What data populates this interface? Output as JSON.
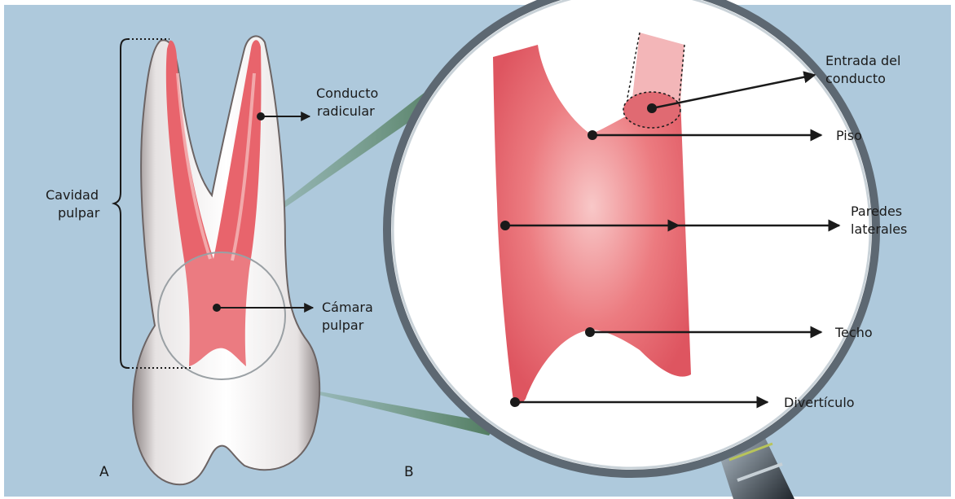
{
  "diagram": {
    "panels": {
      "a": "A",
      "b": "B"
    },
    "tooth_labels": {
      "cavidad_line1": "Cavidad",
      "cavidad_line2": "pulpar",
      "conducto_line1": "Conducto",
      "conducto_line2": "radicular",
      "camara_line1": "Cámara",
      "camara_line2": "pulpar"
    },
    "magnifier_labels": {
      "entrada_line1": "Entrada del",
      "entrada_line2": "conducto",
      "piso": "Piso",
      "paredes_line1": "Paredes",
      "paredes_line2": "laterales",
      "techo": "Techo",
      "diverticulo": "Divertículo"
    },
    "colors": {
      "background": "#aec9dc",
      "pulp": "#e8646c",
      "pulp_light": "#f7c4c4",
      "enamel": "#ffffff",
      "lens_rim": "#5d6872",
      "arrow": "#1a1a1a"
    }
  }
}
